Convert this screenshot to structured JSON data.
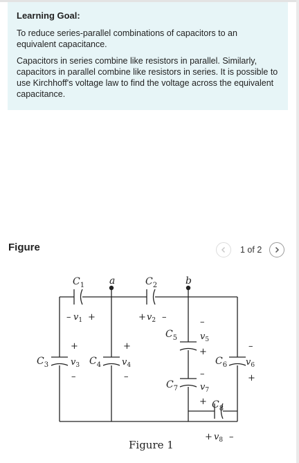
{
  "learning_goal": {
    "title": "Learning Goal:",
    "paragraph_1": "To reduce series-parallel combinations of capacitors to an equivalent capacitance.",
    "paragraph_2": "Capacitors in series combine like resistors in parallel. Similarly, capacitors in parallel combine like resistors in series. It is possible to use Kirchhoff's voltage law to find the voltage across the equivalent capacitance."
  },
  "figure_panel": {
    "title": "Figure",
    "pager_text": "1 of 2",
    "caption": "Figure 1"
  },
  "circuit": {
    "nodes": {
      "a": "a",
      "b": "b"
    },
    "capacitors": {
      "c1": {
        "letter": "C",
        "sub": "1"
      },
      "c2": {
        "letter": "C",
        "sub": "2"
      },
      "c3": {
        "letter": "C",
        "sub": "3"
      },
      "c4": {
        "letter": "C",
        "sub": "4"
      },
      "c5": {
        "letter": "C",
        "sub": "5"
      },
      "c6": {
        "letter": "C",
        "sub": "6"
      },
      "c7": {
        "letter": "C",
        "sub": "7"
      },
      "c8": {
        "letter": "C",
        "sub": "8"
      }
    },
    "voltages": {
      "v1": {
        "letter": "v",
        "sub": "1"
      },
      "v2": {
        "letter": "v",
        "sub": "2"
      },
      "v3": {
        "letter": "v",
        "sub": "3"
      },
      "v4": {
        "letter": "v",
        "sub": "4"
      },
      "v5": {
        "letter": "v",
        "sub": "5"
      },
      "v6": {
        "letter": "v",
        "sub": "6"
      },
      "v7": {
        "letter": "v",
        "sub": "7"
      },
      "v8": {
        "letter": "v",
        "sub": "8"
      }
    },
    "signs": {
      "plus": "+",
      "minus": "–"
    }
  },
  "icons": {
    "prev": "chevron-left-icon",
    "next": "chevron-right-icon"
  },
  "colors": {
    "goal_background": "#e7f5f7",
    "wire": "#222222",
    "disabled_button": "#c8c8c8"
  }
}
